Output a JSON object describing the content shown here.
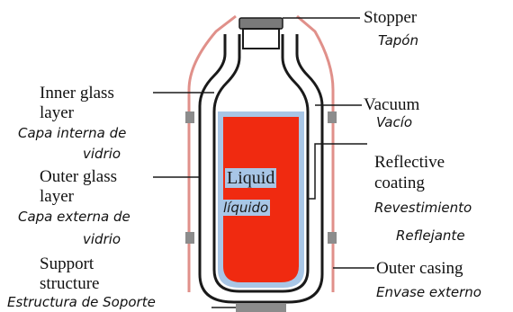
{
  "labels": {
    "stopper": {
      "en": "Stopper",
      "es": "Tapón"
    },
    "vacuum": {
      "en": "Vacuum",
      "es": "Vacío"
    },
    "inner_glass": {
      "en_line1": "Inner glass",
      "en_line2": "layer",
      "es_line1": "Capa interna de",
      "es_line2": "vidrio"
    },
    "outer_glass": {
      "en_line1": "Outer glass",
      "en_line2": "layer",
      "es_line1": "Capa externa de",
      "es_line2": "vidrio"
    },
    "reflective": {
      "en_line1": "Reflective",
      "en_line2": "coating",
      "es_line1": "Revestimiento",
      "es_line2": "Reflejante"
    },
    "liquid": {
      "en": "Liquid",
      "es": "líquido"
    },
    "support": {
      "en_line1": "Support",
      "en_line2": "structure",
      "es": "Estructura de Soporte"
    },
    "outer_casing": {
      "en": "Outer casing",
      "es": "Envase externo"
    }
  },
  "colors": {
    "liquid": "#f02a10",
    "reflective_band": "#a8c6e6",
    "glass_outline": "#1a1a1a",
    "outer_casing": "#e0908a",
    "support_blocks": "#8c8c8c",
    "stopper": "#7a7a7a"
  }
}
